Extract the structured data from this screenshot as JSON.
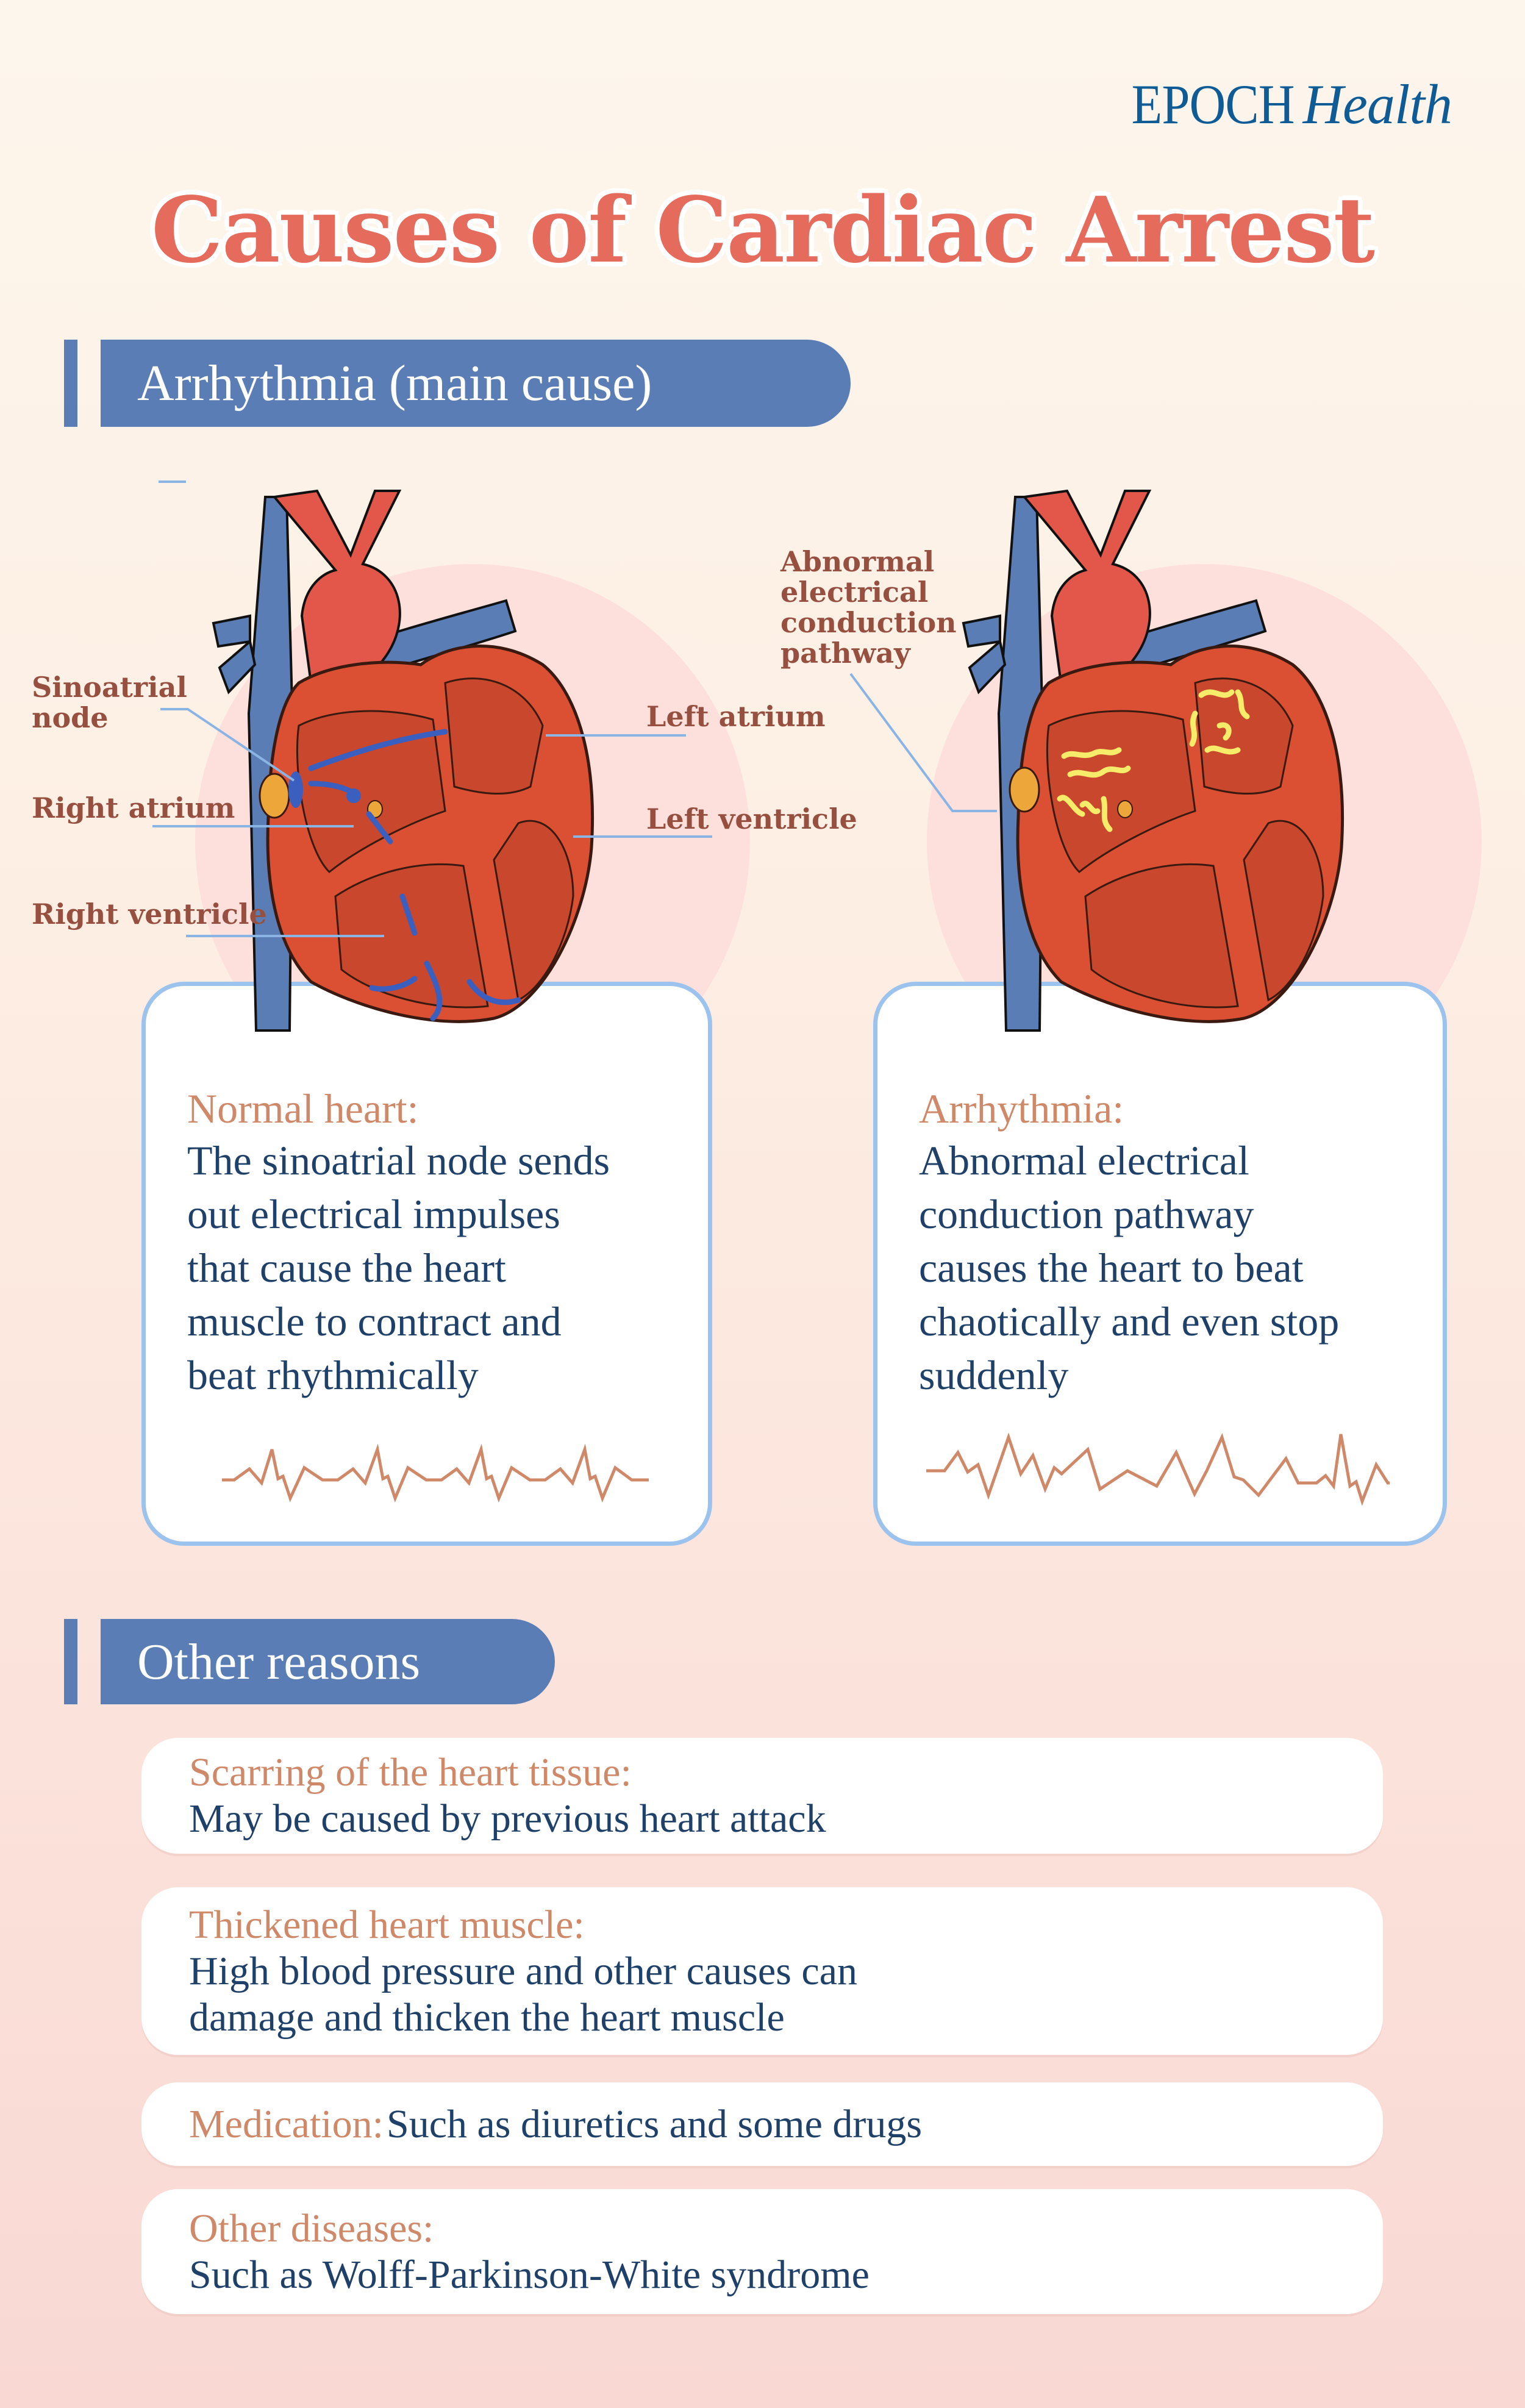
{
  "brand": {
    "name": "EPOCH",
    "sub": "Health",
    "color": "#0f5b96"
  },
  "title": "Causes of Cardiac Arrest",
  "colors": {
    "title": "#e56b5d",
    "section": "#5a7db5",
    "label": "#97503f",
    "card_heading": "#cf8868",
    "card_body": "#1f4068",
    "card_border": "#9cc2ee",
    "ecg": "#cf8868"
  },
  "sections": [
    {
      "id": "arrhythmia",
      "title": "Arrhythmia (main cause)"
    },
    {
      "id": "other",
      "title": "Other reasons"
    }
  ],
  "diagrams": {
    "normal": {
      "labels": {
        "sinoatrial_node": [
          "Sinoatrial",
          "node"
        ],
        "right_atrium": "Right atrium",
        "right_ventricle": "Right ventricle",
        "left_atrium": "Left atrium",
        "left_ventricle": "Left ventricle"
      }
    },
    "arrhythmia": {
      "labels": {
        "abnormal_pathway": [
          "Abnormal",
          "electrical",
          "conduction",
          "pathway"
        ]
      }
    }
  },
  "cards": [
    {
      "heading": "Normal heart:",
      "body_lines": [
        "The sinoatrial node sends",
        "out electrical impulses",
        "that cause the heart",
        "muscle to contract and",
        "beat rhythmically"
      ],
      "ecg": "regular"
    },
    {
      "heading": "Arrhythmia:",
      "body_lines": [
        "Abnormal electrical",
        "conduction pathway",
        "causes the heart to beat",
        "chaotically and even stop",
        "suddenly"
      ],
      "ecg": "irregular"
    }
  ],
  "reasons": [
    {
      "heading": "Scarring of the heart tissue:",
      "body_lines": [
        "May be caused by previous heart attack"
      ],
      "inline": false
    },
    {
      "heading": "Thickened heart muscle:",
      "body_lines": [
        "High blood pressure and other causes can",
        "damage and thicken the heart muscle"
      ],
      "inline": false
    },
    {
      "heading": "Medication:",
      "body_lines": [
        "Such as diuretics and some drugs"
      ],
      "inline": true
    },
    {
      "heading": "Other diseases:",
      "body_lines": [
        "Such as Wolff-Parkinson-White syndrome"
      ],
      "inline": false
    }
  ]
}
